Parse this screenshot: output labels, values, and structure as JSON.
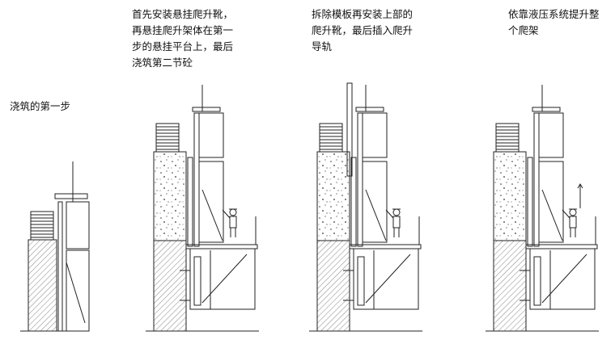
{
  "captions": {
    "step1": [
      "浇筑的第一步"
    ],
    "step2": [
      "首先安装悬挂爬升靴，",
      "再悬挂爬升架体在第一",
      "步的悬挂平台上，最后",
      "浇筑第二节砼"
    ],
    "step3": [
      "拆除模板再安装上部的",
      "爬升靴，最后插入爬升",
      "导轨"
    ],
    "step4": [
      "依靠液压系统提升整",
      "个爬架"
    ]
  },
  "colors": {
    "line": "#222222",
    "hatch": "#555555"
  }
}
